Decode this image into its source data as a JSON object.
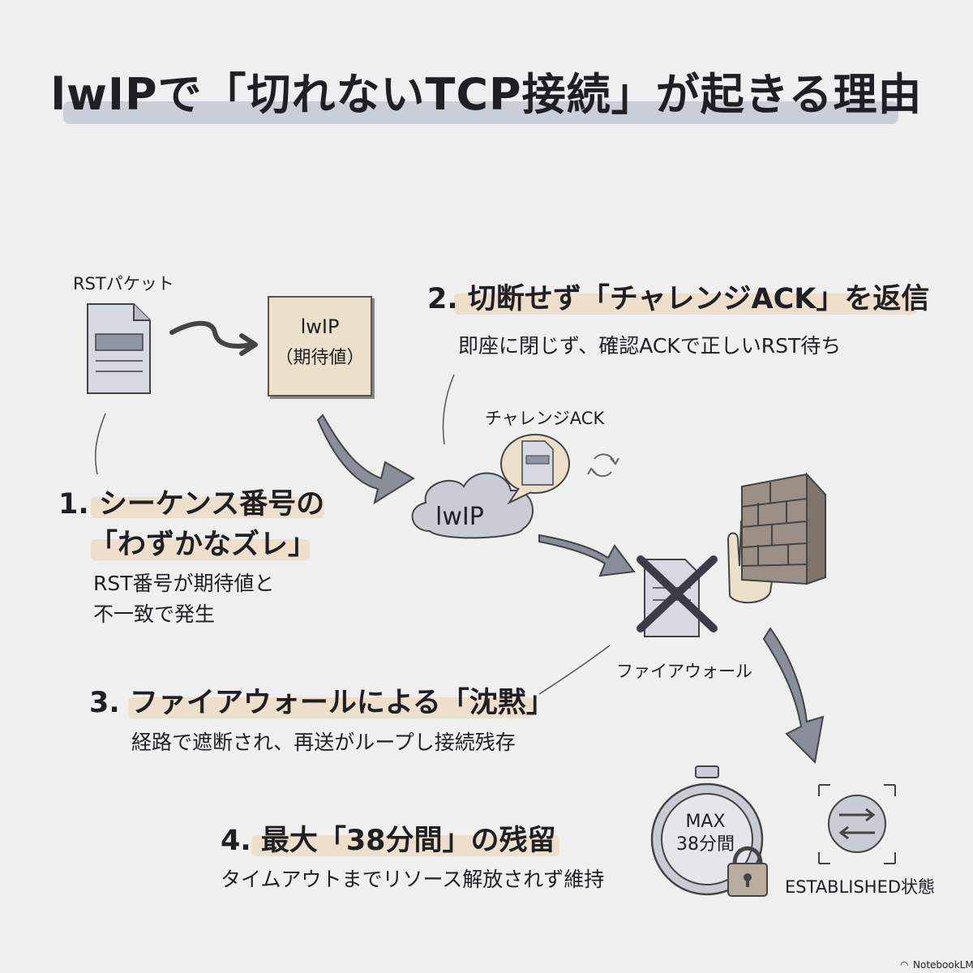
{
  "title": "lwIPで「切れないTCP接続」が起きる理由",
  "rst_packet_label": "RSTパケット",
  "lwip_box": {
    "name": "lwIP",
    "note": "（期待値）"
  },
  "challenge_ack_label": "チャレンジACK",
  "cloud_label": "lwIP",
  "firewall_label": "ファイアウォール",
  "established_label": "ESTABLISHED状態",
  "timer": {
    "line1": "MAX",
    "line2": "38分間"
  },
  "points": [
    {
      "heading_a": "1. シーケンス番号の",
      "heading_b": "「わずかなズレ」",
      "desc_a": "RST番号が期待値と",
      "desc_b": "不一致で発生"
    },
    {
      "heading": "2. 切断せず「チャレンジACK」を返信",
      "desc": "即座に閉じず、確認ACKで正しいRST待ち"
    },
    {
      "heading": "3. ファイアウォールによる「沈黙」",
      "desc": "経路で遮断され、再送がループし接続残存"
    },
    {
      "heading": "4. 最大「38分間」の残留",
      "desc": "タイムアウトまでリソース解放されず維持"
    }
  ],
  "brand": "NotebookLM",
  "brand_icon": "notebooklm-logo-icon",
  "colors": {
    "background": "#efeff0",
    "highlight": "#ecdcc6",
    "title_underline": "#c4cad6",
    "box_fill": "#ece0cb",
    "arrow": "#8a8e9a",
    "wall": "#9c8f86"
  }
}
